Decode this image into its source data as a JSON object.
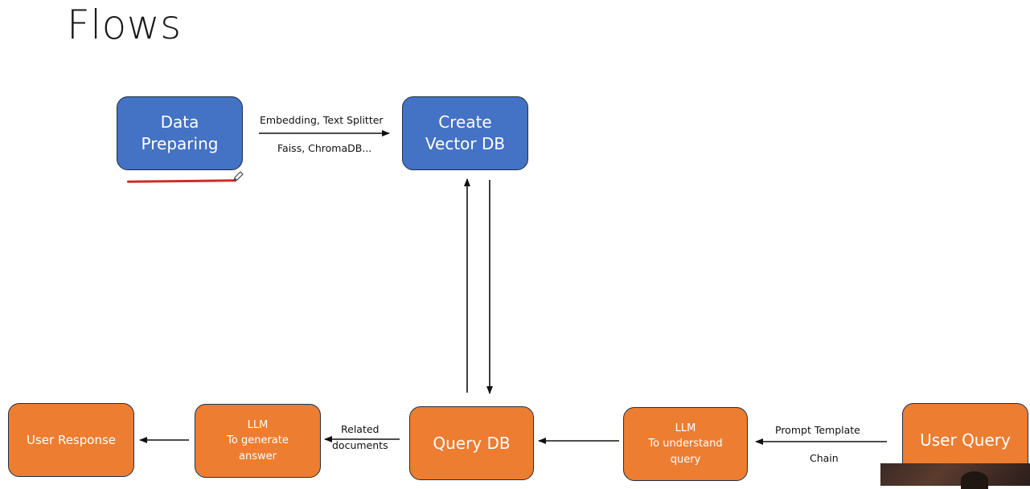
{
  "slide": {
    "title": "Flows"
  },
  "nodes": {
    "data_preparing": {
      "line1": "Data",
      "line2": "Preparing"
    },
    "create_vector_db": {
      "line1": "Create",
      "line2": "Vector DB"
    },
    "query_db": {
      "label": "Query DB"
    },
    "user_query": {
      "label": "User Query"
    },
    "user_response": {
      "label": "User Response"
    },
    "llm_generate": {
      "line1": "LLM",
      "line2": "To generate",
      "line3": "answer"
    },
    "llm_understand": {
      "line1": "LLM",
      "line2": "To understand",
      "line3": "query"
    }
  },
  "edges": {
    "prep_to_vector_top": "Embedding, Text Splitter",
    "prep_to_vector_bottom": "Faiss, ChromaDB...",
    "query_to_llm_top": "Related",
    "query_to_llm_bottom": "documents",
    "user_to_llm_top": "Prompt Template",
    "user_to_llm_bottom": "Chain"
  },
  "colors": {
    "blue_node": "#4472c4",
    "orange_node": "#ed7d31",
    "annotation_underline": "#d22a2a"
  }
}
